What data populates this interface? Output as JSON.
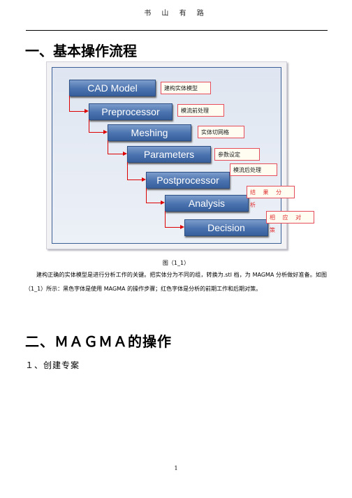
{
  "header": {
    "title": "书 山 有 路"
  },
  "heading1": "一、基本操作流程",
  "figure": {
    "steps": [
      {
        "label": "CAD Model",
        "note": "建构实体模型"
      },
      {
        "label": "Preprocessor",
        "note": "模流前处理"
      },
      {
        "label": "Meshing",
        "note": "实体切网格"
      },
      {
        "label": "Parameters",
        "note": "参数设定"
      },
      {
        "label": "Postprocessor",
        "note": "模流后处理"
      },
      {
        "label": "Analysis",
        "note": "结 果 分 析"
      },
      {
        "label": "Decision",
        "note": "相 应 对 策"
      }
    ],
    "caption": "图（1_1）"
  },
  "paragraph": "建构正确的实体模型是进行分析工作的关键。把实体分为不同的组，转换为.stl 档，为 MAGMA 分析做好准备。如图（1_1）所示：黑色字体是使用 MAGMA 的操作步骤；红色字体是分析的前期工作和后期对策。",
  "heading2": "二、ＭＡＧＭＡ的操作",
  "subheading": "１、创建专案",
  "page_number": "1"
}
